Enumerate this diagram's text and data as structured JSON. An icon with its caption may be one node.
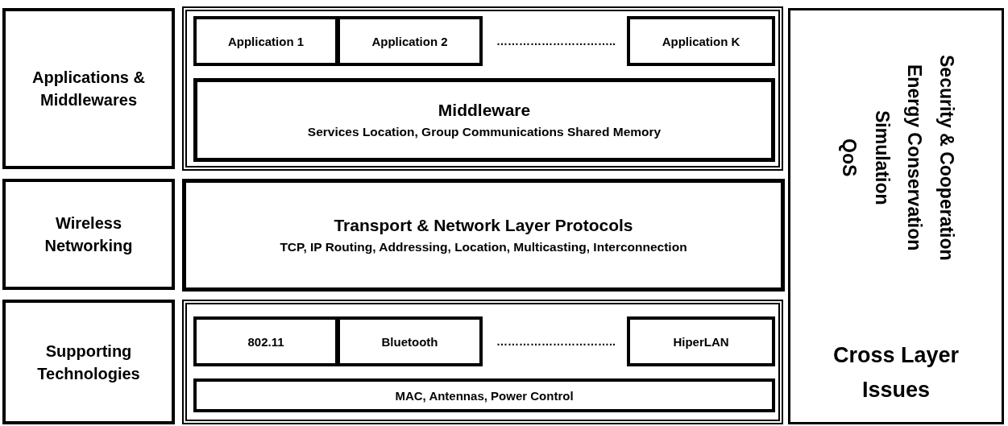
{
  "diagram": {
    "nodes": [
      {
        "text": [
          "Applications & Middlewares"
        ]
      },
      {
        "text": [],
        "shape": "box"
      },
      {
        "text": [
          "Application 1"
        ],
        "in": 1
      },
      {
        "text": [
          "Application 2"
        ],
        "in": 1
      },
      {
        "text": [
          "Application K"
        ],
        "in": 1
      },
      {
        "text": [
          "Middleware",
          "Services Location, Group Communications Shared Memory"
        ],
        "in": 1
      },
      {
        "text": [
          "Wireless Networking"
        ]
      },
      {
        "text": [
          "Transport & Network Layer Protocols",
          "TCP, IP Routing, Addressing, Location, Multicasting, Interconnection"
        ]
      },
      {
        "text": [
          "Supporting Technologies"
        ]
      },
      {
        "text": [],
        "shape": "box"
      },
      {
        "text": [
          "802.11"
        ],
        "in": 9
      },
      {
        "text": [
          "Bluetooth"
        ],
        "in": 9
      },
      {
        "text": [
          "HiperLAN"
        ],
        "in": 9
      },
      {
        "text": [
          "MAC, Antennas, Power Control"
        ],
        "in": 9
      },
      {
        "text": [
          "Security & Cooperation",
          "Energy Conservation",
          "Simulation",
          "QoS",
          "Cross Layer Issues"
        ]
      }
    ],
    "edges": [],
    "labels": [
      "…………………………..",
      "………………………….."
    ]
  }
}
